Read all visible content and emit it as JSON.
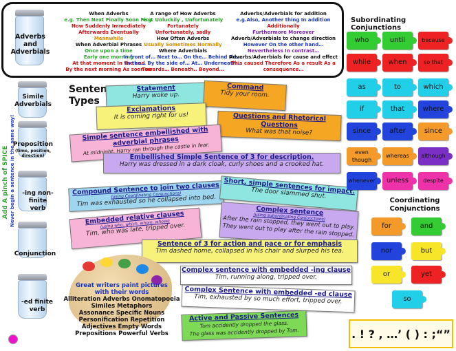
{
  "top": {
    "shaker_label": [
      "Adverbs",
      "and",
      "Adverbials"
    ],
    "col1": [
      {
        "t": "When Adverbs",
        "c": "#111111"
      },
      {
        "t": "e.g. Then Next Finally Soon First",
        "c": "#2aa12a"
      },
      {
        "t": "Now Suddenly Immediately",
        "c": "#cc1111"
      },
      {
        "t": "Afterwards Eventually",
        "c": "#cc1111"
      },
      {
        "t": "Meanwhile",
        "c": "#d98a00"
      },
      {
        "t": "When Adverbial Phrases",
        "c": "#111111"
      },
      {
        "t": "Once upon a time",
        "c": "#2aa12a"
      },
      {
        "t": "Early one morning",
        "c": "#2aa12a"
      },
      {
        "t": "At that moment In the end",
        "c": "#cc1111"
      },
      {
        "t": "By the next morning As soon as",
        "c": "#cc1111"
      }
    ],
    "col2": [
      {
        "t": "A range of How Adverbs",
        "c": "#111111"
      },
      {
        "t": "e.g. Unluckily , Unfortunately",
        "c": "#2aa12a"
      },
      {
        "t": "Fortunately",
        "c": "#cc1111"
      },
      {
        "t": "Unfortunately, sadly",
        "c": "#cc1111"
      },
      {
        "t": "How Often Adverbs",
        "c": "#111111"
      },
      {
        "t": "Usually Sometimes Normally",
        "c": "#d98a00"
      },
      {
        "t": "Where Adverbials",
        "c": "#111111"
      },
      {
        "t": "In front of… Next to… On the… Behind the…",
        "c": "#1a37c4"
      },
      {
        "t": "In the… By the side of… At… Underneath…",
        "c": "#1a37c4"
      },
      {
        "t": "Towards… Beneath.. Beyond…",
        "c": "#cc1111"
      }
    ],
    "col3": [
      {
        "t": "Adverbs/Adverbials for addition",
        "c": "#111111"
      },
      {
        "t": "e.g.Also, Another thing In addition",
        "c": "#1a37c4"
      },
      {
        "t": "Additionally",
        "c": "#cc1111"
      },
      {
        "t": "Furthermore Moreover",
        "c": "#7a1fb0"
      },
      {
        "t": "Adverb/Adverbials to change direction",
        "c": "#111111"
      },
      {
        "t": "However On the other hand…",
        "c": "#1a37c4"
      },
      {
        "t": "Nevertheless In contrast…",
        "c": "#7a1fb0"
      },
      {
        "t": "Adverbs/Adverbials for cause and effect",
        "c": "#111111"
      },
      {
        "t": "This caused Therefore As a result As a",
        "c": "#cc1111"
      },
      {
        "t": "consequence…",
        "c": "#cc1111"
      }
    ]
  },
  "shakers": [
    {
      "name": "simile",
      "label": "Simile Adverbials"
    },
    {
      "name": "preposition",
      "label": "Preposition",
      "sub": "(time, position, direction)"
    },
    {
      "name": "ing",
      "label": "-ing non-finite verb"
    },
    {
      "name": "conjunction",
      "label": "Conjunction"
    },
    {
      "name": "ed",
      "label": "-ed finite verb"
    }
  ],
  "side_text": {
    "spice": "Add A pinch of SPICE",
    "never": "Never begin a sentence in the same way!"
  },
  "sentence_types_title": "Sentence Types",
  "banners": [
    {
      "name": "statement",
      "title": "Statement",
      "sub": "Harry woke up.",
      "small": "",
      "bg": "#8fe5df"
    },
    {
      "name": "command",
      "title": "Command",
      "sub": "Tidy your room.",
      "small": "",
      "bg": "#f5a623"
    },
    {
      "name": "exclamations",
      "title": "Exclamations",
      "sub": "It is coming right for us!",
      "small": "",
      "bg": "#f7f27a"
    },
    {
      "name": "questions",
      "title": "Questions and Rhetorical Questions",
      "sub": "What was that noise?",
      "small": "",
      "bg": "#f5a623"
    },
    {
      "name": "simple-embellished",
      "title": "Simple sentence embellished with adverbial phrases",
      "sub": "At midnight, Harry ran through the castle in fear.",
      "small": "",
      "bg": "#f7b4d6"
    },
    {
      "name": "embellished-3",
      "title": "Embellished Simple Sentence of 3 for description.",
      "sub": "Harry was dressed in a dark cloak, curly shoes and a crooked hat.",
      "small": "",
      "bg": "#c8a8ef"
    },
    {
      "name": "compound",
      "title": "Compound Sentence to join two clauses",
      "sub": "Tim was exhausted so he collapsed into bed.",
      "small": "(using Coordinating Conjunctions)",
      "bg": "#9ed6f0"
    },
    {
      "name": "short-simple",
      "title": "Short, simple sentences for impact.",
      "sub": "The door slammed shut.",
      "small": "",
      "bg": "#8fe5df"
    },
    {
      "name": "complex",
      "title": "Complex sentence",
      "sub": "After the rain stopped, they went out to play.",
      "sub2": "They went out to play after the rain stopped.",
      "small": "(using subordinating Conjunctions)",
      "bg": "#c8a8ef"
    },
    {
      "name": "embedded-relative",
      "title": "Embedded relative clauses",
      "sub": "Tim, who was late, tripped over.",
      "small": "(using who, which, whom, whose)",
      "bg": "#f7b4d6"
    },
    {
      "name": "sentence-3-action",
      "title": "Sentence of 3 for action and pace or for emphasis",
      "sub": "Tim dashed home, collapsed in his chair and slurped his tea.",
      "small": "",
      "bg": "#f7f27a"
    },
    {
      "name": "complex-ing",
      "title": "Complex sentence with embedded -ing clause",
      "sub": "Tim, running along, tripped over.",
      "small": "",
      "bg": "#ffffff"
    },
    {
      "name": "complex-ed",
      "title": "Complex Sentence with embedded -ed clause",
      "sub": "Tim, exhausted by so much effort, tripped over.",
      "small": "",
      "bg": "#ffffff"
    },
    {
      "name": "active-passive",
      "title": "Active and Passive Sentences",
      "sub": "Tom accidently dropped the glass.",
      "sub2": "The glass was accidently dropped by Tom.",
      "small": "",
      "bg": "#7ed957"
    }
  ],
  "writers": {
    "line1": "Great writers paint pictures",
    "line2": "with their words",
    "line3": "Alliteration Adverbs Onomatopoeia",
    "line4": "Similes Metaphors",
    "line5": "Assonance Specific Nouns",
    "line6": "Personification Repetition",
    "line7": "Adjectives Empty Words",
    "line8": "Prepositions Powerful Verbs"
  },
  "subordinating": {
    "title": "Subordinating Conjunctions",
    "pieces": [
      {
        "t": "who",
        "c": "#33cc33"
      },
      {
        "t": "until",
        "c": "#33cc33"
      },
      {
        "t": "because",
        "c": "#ee2222"
      },
      {
        "t": "while",
        "c": "#ee2222"
      },
      {
        "t": "when",
        "c": "#ee2222"
      },
      {
        "t": "so that",
        "c": "#ee2222"
      },
      {
        "t": "as",
        "c": "#22cfe8"
      },
      {
        "t": "to",
        "c": "#22cfe8"
      },
      {
        "t": "which",
        "c": "#22cfe8"
      },
      {
        "t": "if",
        "c": "#22cfe8"
      },
      {
        "t": "that",
        "c": "#22cfe8"
      },
      {
        "t": "where",
        "c": "#2244dd"
      },
      {
        "t": "since",
        "c": "#2244dd"
      },
      {
        "t": "after",
        "c": "#2244dd"
      },
      {
        "t": "since",
        "c": "#f39a2a"
      },
      {
        "t": "even though",
        "c": "#f39a2a"
      },
      {
        "t": "whereas",
        "c": "#f39a2a"
      },
      {
        "t": "although",
        "c": "#7b2fc4"
      },
      {
        "t": "whenever",
        "c": "#2244dd"
      },
      {
        "t": "unless",
        "c": "#ee33aa"
      },
      {
        "t": "despite",
        "c": "#ee33aa"
      }
    ]
  },
  "coordinating": {
    "title": "Coordinating Conjunctions",
    "pieces": [
      {
        "t": "for",
        "c": "#f39a2a"
      },
      {
        "t": "and",
        "c": "#33cc33"
      },
      {
        "t": "nor",
        "c": "#2244dd"
      },
      {
        "t": "but",
        "c": "#f7e52a"
      },
      {
        "t": "or",
        "c": "#f7e52a"
      },
      {
        "t": "yet",
        "c": "#ee2222"
      },
      {
        "t": "so",
        "c": "#22cfe8"
      }
    ]
  },
  "punctuation": ". ! ? , …’ ( ) : ;“”"
}
